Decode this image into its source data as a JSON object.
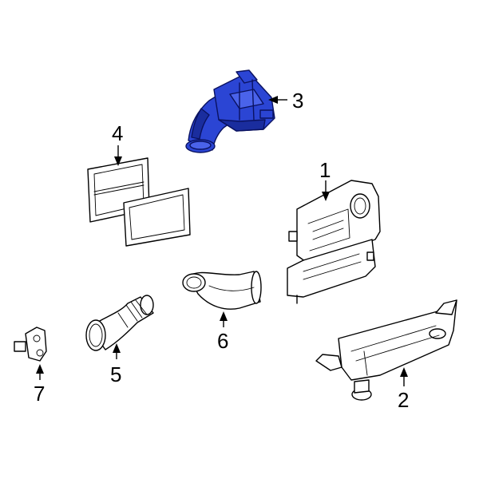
{
  "diagram": {
    "highlight_color": "#2b45d4",
    "callouts": [
      {
        "id": "1",
        "label": "1"
      },
      {
        "id": "2",
        "label": "2"
      },
      {
        "id": "3",
        "label": "3"
      },
      {
        "id": "4",
        "label": "4"
      },
      {
        "id": "5",
        "label": "5"
      },
      {
        "id": "6",
        "label": "6"
      },
      {
        "id": "7",
        "label": "7"
      }
    ]
  }
}
